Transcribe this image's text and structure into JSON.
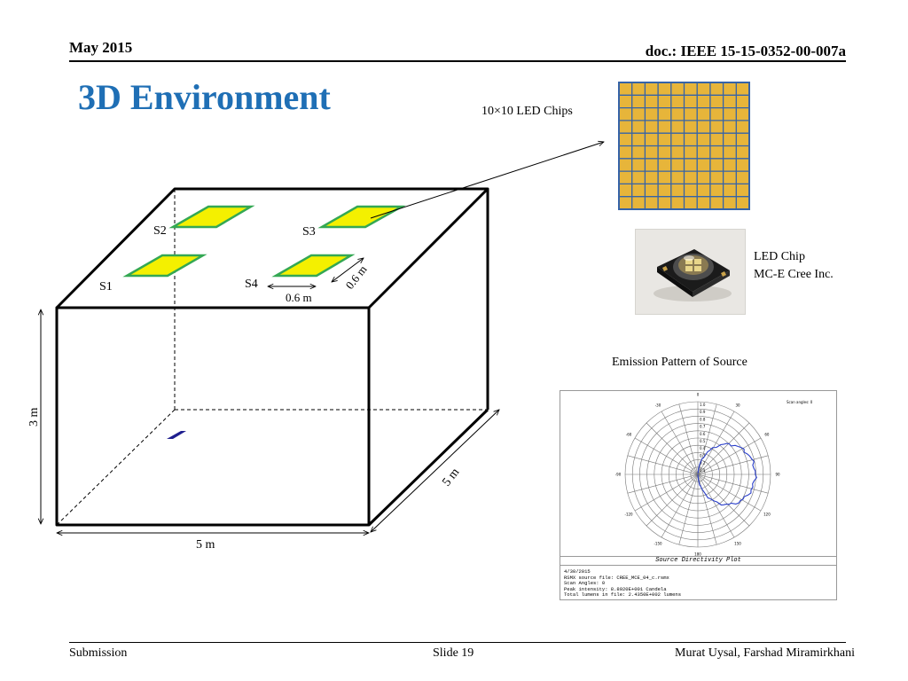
{
  "header": {
    "date": "May 2015",
    "doc": "doc.: IEEE 15-15-0352-00-007a"
  },
  "title": "3D Environment",
  "diagram": {
    "room_height": "3 m",
    "room_width": "5 m",
    "room_depth": "5 m",
    "sources": [
      "S1",
      "S2",
      "S3",
      "S4"
    ],
    "source_width": "0.6 m",
    "source_depth": "0.6 m",
    "colors": {
      "source_fill": "#f4f000",
      "source_border": "#34a853",
      "receiver": "#1f1f8f",
      "led_fill": "#e7b53a",
      "led_grid": "#3563a8"
    }
  },
  "led_array_label": "10×10 LED Chips",
  "led_chip": {
    "line1": "LED Chip",
    "line2": "MC-E Cree Inc."
  },
  "emission": {
    "title": "Emission Pattern of Source",
    "plot_caption": "Source Directivity Plot",
    "info": [
      "4/30/2015",
      "RSMX source file: CREE_MCE_04_c.rsmx",
      "Scan Angles: 0",
      "Peak intensity: 8.8920E+001 Candela",
      "Total lumens in file: 2.4350E+002 lumens"
    ],
    "legend_text": "Scan angles: 0",
    "angle_labels": [
      "0",
      "30",
      "60",
      "90",
      "120",
      "150",
      "180",
      "-150",
      "-120",
      "-90",
      "-60",
      "-30"
    ],
    "radial_labels": [
      "1.0",
      "0.9",
      "0.8",
      "0.7",
      "0.6",
      "0.5",
      "0.4",
      "0.3",
      "0.2",
      "0.1"
    ]
  },
  "footer": {
    "left": "Submission",
    "center": "Slide 19",
    "right": "Murat Uysal, Farshad Miramirkhani"
  }
}
